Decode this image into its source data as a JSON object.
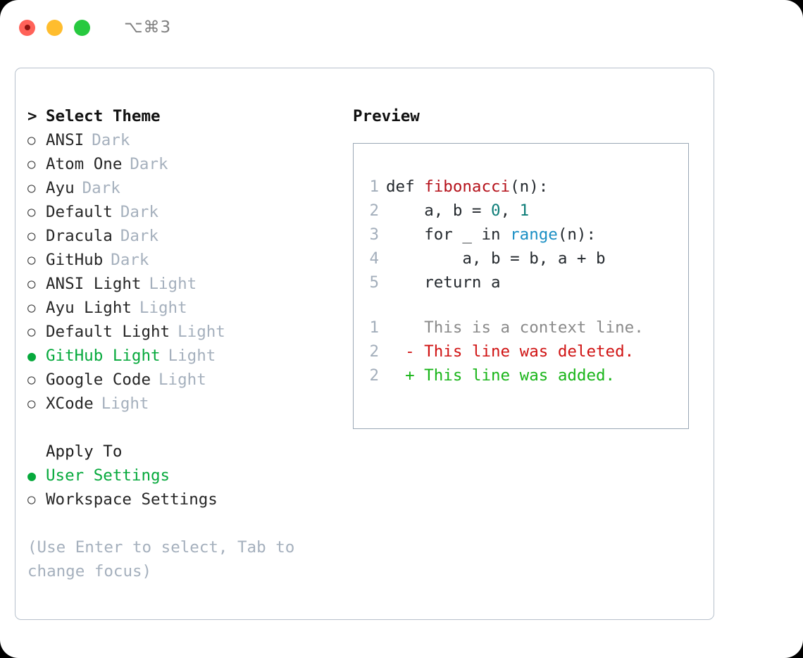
{
  "window": {
    "shortcut": "⌥⌘3",
    "traffic_lights": [
      "close-button",
      "minimize-button",
      "maximize-button"
    ],
    "colors": {
      "close": "#ff6259",
      "minimize": "#ffbd2e",
      "maximize": "#27c93f",
      "accent_green": "#06a93c",
      "muted": "#a5b0bd",
      "border": "#b7c0cc",
      "preview_border": "#9aa7b5"
    }
  },
  "theme_list": {
    "caret": ">",
    "title": "Select Theme",
    "radio_off": "○",
    "radio_on": "●",
    "items": [
      {
        "name": "ANSI",
        "suffix": "Dark",
        "selected": false
      },
      {
        "name": "Atom One",
        "suffix": "Dark",
        "selected": false
      },
      {
        "name": "Ayu",
        "suffix": "Dark",
        "selected": false
      },
      {
        "name": "Default",
        "suffix": "Dark",
        "selected": false
      },
      {
        "name": "Dracula",
        "suffix": "Dark",
        "selected": false
      },
      {
        "name": "GitHub",
        "suffix": "Dark",
        "selected": false
      },
      {
        "name": "ANSI Light",
        "suffix": "Light",
        "selected": false
      },
      {
        "name": "Ayu Light",
        "suffix": "Light",
        "selected": false
      },
      {
        "name": "Default Light",
        "suffix": "Light",
        "selected": false
      },
      {
        "name": "GitHub Light",
        "suffix": "Light",
        "selected": true
      },
      {
        "name": "Google Code",
        "suffix": "Light",
        "selected": false
      },
      {
        "name": "XCode",
        "suffix": "Light",
        "selected": false
      }
    ]
  },
  "apply_to": {
    "title": "Apply To",
    "items": [
      {
        "name": "User Settings",
        "selected": true
      },
      {
        "name": "Workspace Settings",
        "selected": false
      }
    ]
  },
  "hint": "(Use Enter to select, Tab to change focus)",
  "preview": {
    "title": "Preview",
    "code_lines": [
      {
        "no": "1",
        "indent": "",
        "tokens": [
          {
            "t": "def ",
            "c": "plain"
          },
          {
            "t": "fibonacci",
            "c": "fn"
          },
          {
            "t": "(n):",
            "c": "plain"
          }
        ]
      },
      {
        "no": "2",
        "indent": "    ",
        "tokens": [
          {
            "t": "a, b = ",
            "c": "plain"
          },
          {
            "t": "0",
            "c": "num"
          },
          {
            "t": ", ",
            "c": "plain"
          },
          {
            "t": "1",
            "c": "num"
          }
        ]
      },
      {
        "no": "3",
        "indent": "    ",
        "tokens": [
          {
            "t": "for _ in ",
            "c": "plain"
          },
          {
            "t": "range",
            "c": "call"
          },
          {
            "t": "(n):",
            "c": "plain"
          }
        ]
      },
      {
        "no": "4",
        "indent": "        ",
        "tokens": [
          {
            "t": "a, b = b, a + b",
            "c": "plain"
          }
        ]
      },
      {
        "no": "5",
        "indent": "    ",
        "tokens": [
          {
            "t": "return a",
            "c": "plain"
          }
        ]
      }
    ],
    "diff_lines": [
      {
        "no": "1",
        "sign": " ",
        "text": "This is a context line.",
        "kind": "context"
      },
      {
        "no": "2",
        "sign": "-",
        "text": "This line was deleted.",
        "kind": "deleted"
      },
      {
        "no": "2",
        "sign": "+",
        "text": "This line was added.",
        "kind": "added"
      }
    ]
  }
}
